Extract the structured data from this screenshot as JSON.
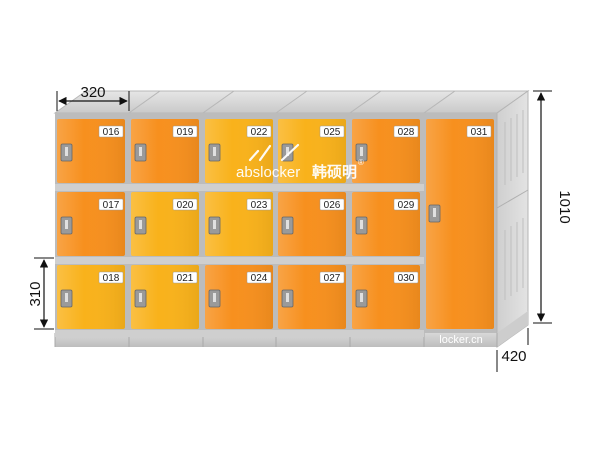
{
  "dimensions": {
    "width": "320",
    "height": "1010",
    "door_height": "310",
    "depth": "420"
  },
  "brand": {
    "name": "abslocker",
    "chinese": "韩硕明",
    "registered": "®"
  },
  "site": "locker.cn",
  "lockers": [
    {
      "number": "016",
      "color": "#f7901e"
    },
    {
      "number": "017",
      "color": "#f7901e"
    },
    {
      "number": "018",
      "color": "#f9b21b"
    },
    {
      "number": "019",
      "color": "#f7901e"
    },
    {
      "number": "020",
      "color": "#f9b21b"
    },
    {
      "number": "021",
      "color": "#f9b21b"
    },
    {
      "number": "022",
      "color": "#f9b21b"
    },
    {
      "number": "023",
      "color": "#f9b21b"
    },
    {
      "number": "024",
      "color": "#f7901e"
    },
    {
      "number": "025",
      "color": "#f9b21b"
    },
    {
      "number": "026",
      "color": "#f7901e"
    },
    {
      "number": "027",
      "color": "#f7901e"
    },
    {
      "number": "028",
      "color": "#f7901e"
    },
    {
      "number": "029",
      "color": "#f7901e"
    },
    {
      "number": "030",
      "color": "#f7901e"
    }
  ],
  "tall_locker": {
    "number": "031",
    "color": "#f7901e"
  }
}
